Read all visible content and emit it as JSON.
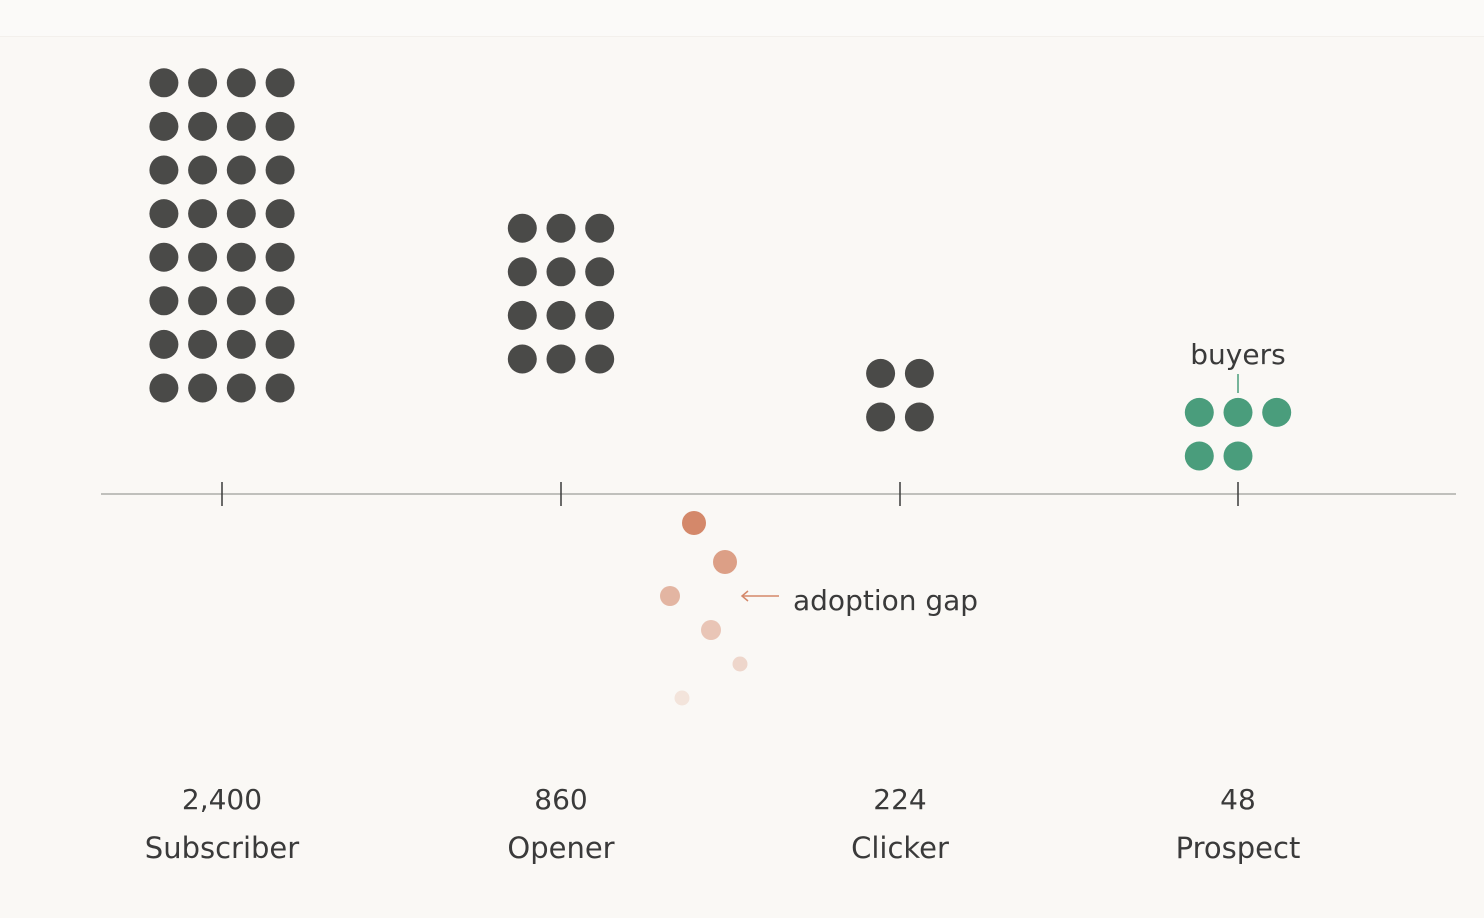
{
  "chart_data": {
    "type": "unit-dot-funnel",
    "categories": [
      "Subscriber",
      "Opener",
      "Clicker",
      "Prospect"
    ],
    "values": [
      "2,400",
      "860",
      "224",
      "48"
    ],
    "numeric_values": [
      2400,
      860,
      224,
      48
    ],
    "dot_counts": [
      32,
      12,
      4,
      5
    ],
    "dot_columns": [
      4,
      3,
      2,
      3
    ],
    "highlight_category": "Prospect",
    "annotations": {
      "buyers": "buyers",
      "adoption_gap": "adoption gap"
    },
    "leak_dots": [
      {
        "opacity": 1.0
      },
      {
        "opacity": 0.8
      },
      {
        "opacity": 0.6
      },
      {
        "opacity": 0.45
      },
      {
        "opacity": 0.3
      },
      {
        "opacity": 0.18
      }
    ]
  },
  "colors": {
    "background": "#faf8f5",
    "dot": "#4a4a48",
    "highlight": "#4a9d7c",
    "leak": "#d4886a",
    "axis": "#9e9e9a",
    "text": "#3a3a3a"
  }
}
